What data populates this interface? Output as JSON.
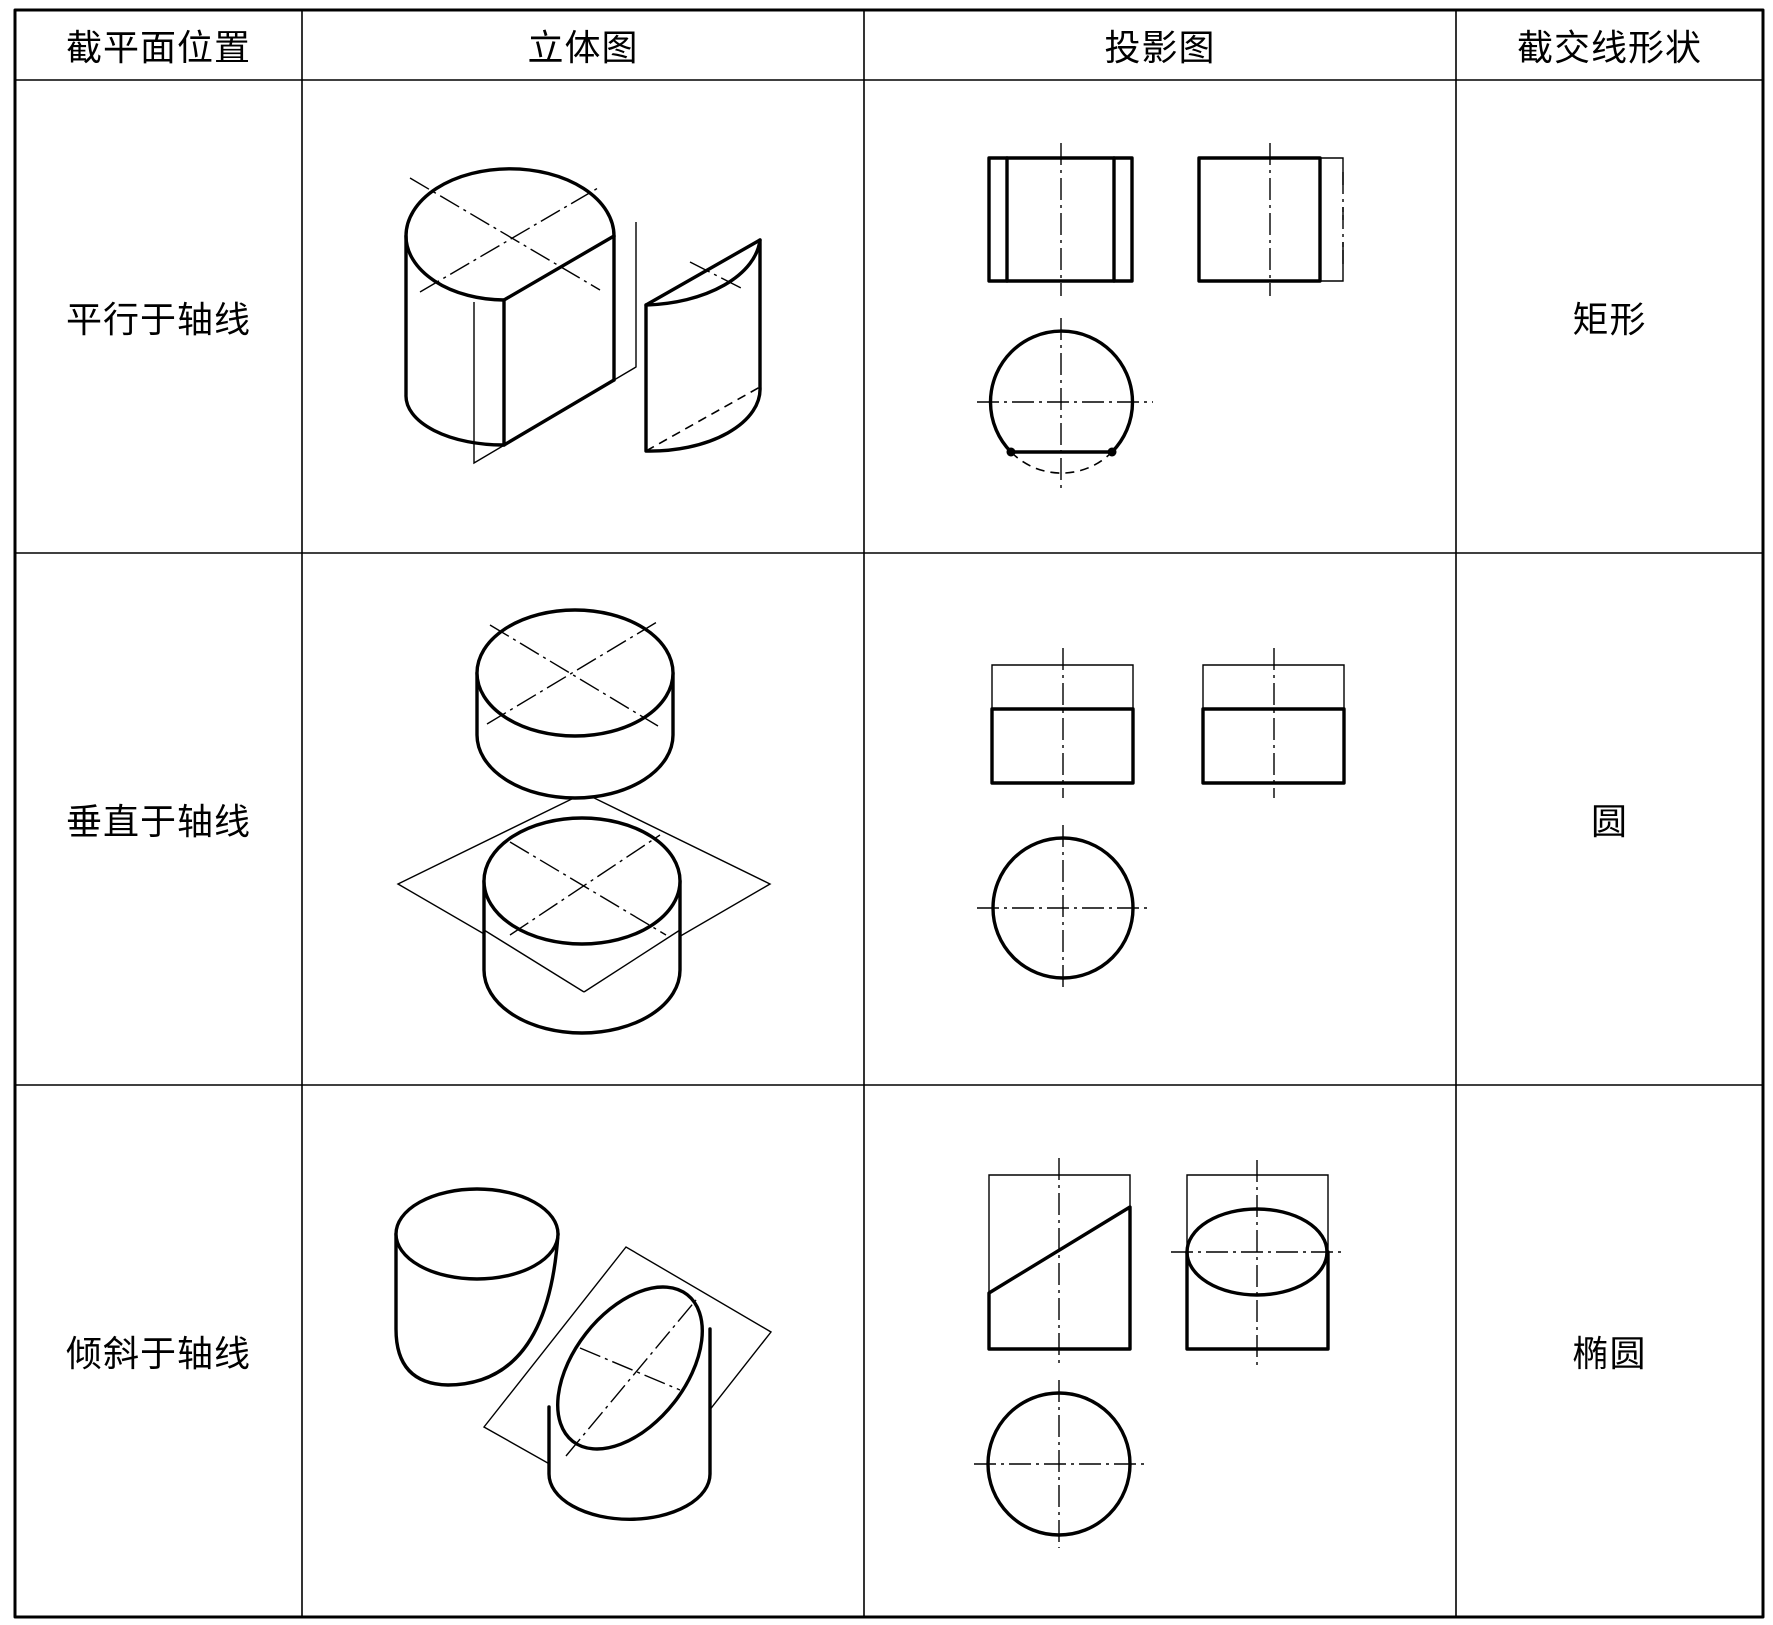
{
  "table": {
    "headers": {
      "position": "截平面位置",
      "solid": "立体图",
      "projection": "投影图",
      "shape": "截交线形状"
    },
    "rows": [
      {
        "position": "平行于轴线",
        "shape": "矩形"
      },
      {
        "position": "垂直于轴线",
        "shape": "圆"
      },
      {
        "position": "倾斜于轴线",
        "shape": "椭圆"
      }
    ]
  },
  "colors": {
    "line": "#000000",
    "background": "#ffffff"
  }
}
